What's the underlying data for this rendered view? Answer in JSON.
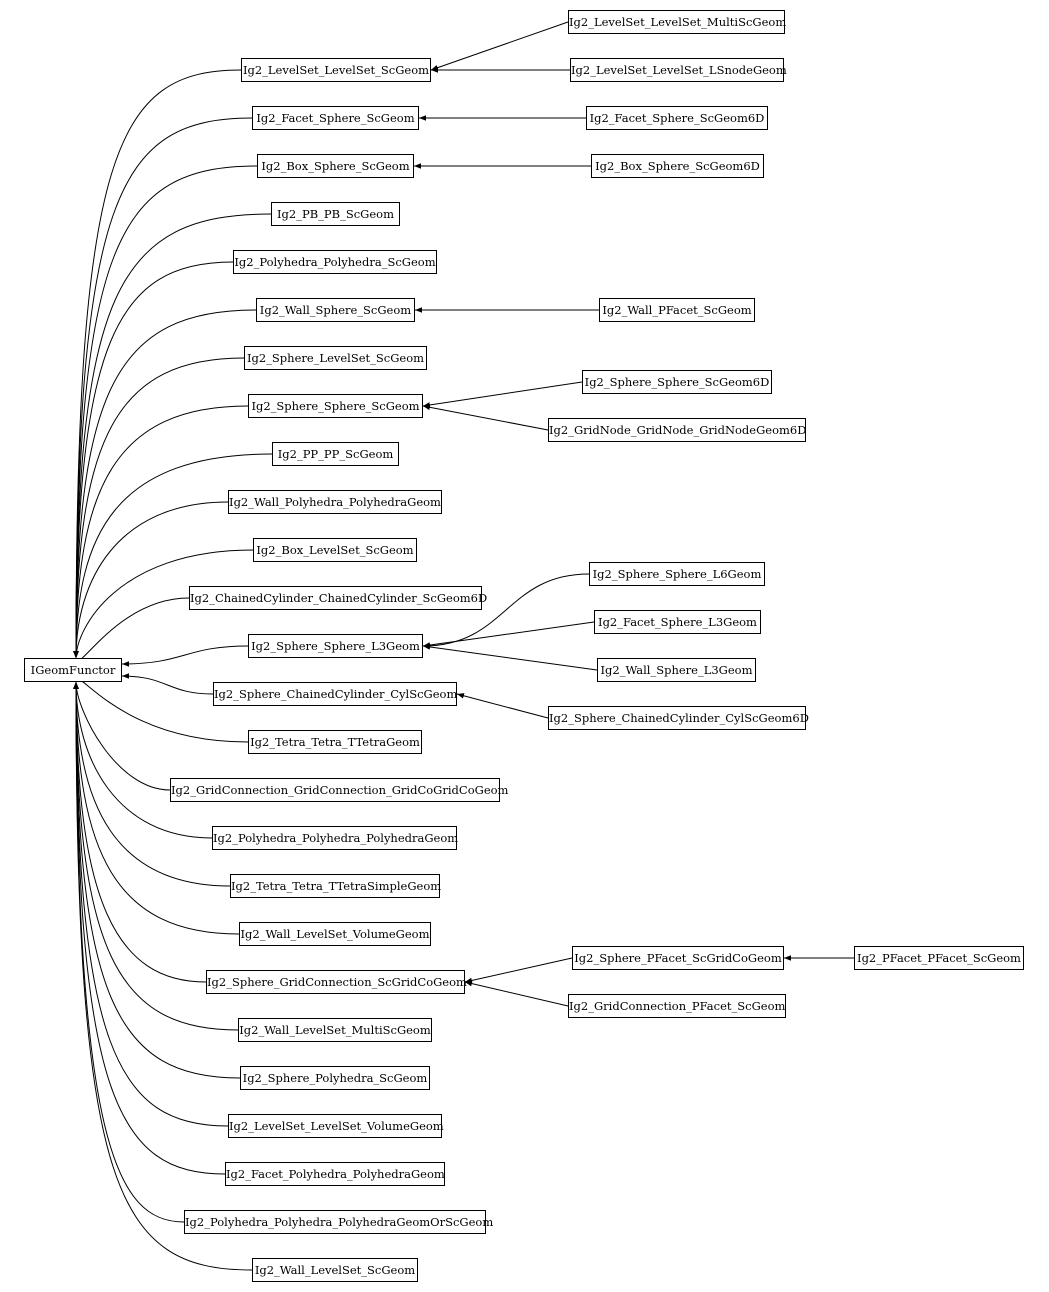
{
  "diagram": {
    "type": "class-inheritance-graph",
    "root": {
      "id": "root",
      "label": "IGeomFunctor"
    },
    "nodes": [
      {
        "id": "n_ls_ls_sc",
        "label": "Ig2_LevelSet_LevelSet_ScGeom",
        "parent": "root"
      },
      {
        "id": "n_facet_sphere_sc",
        "label": "Ig2_Facet_Sphere_ScGeom",
        "parent": "root"
      },
      {
        "id": "n_box_sphere_sc",
        "label": "Ig2_Box_Sphere_ScGeom",
        "parent": "root"
      },
      {
        "id": "n_pb_pb",
        "label": "Ig2_PB_PB_ScGeom",
        "parent": "root"
      },
      {
        "id": "n_poly_poly_sc",
        "label": "Ig2_Polyhedra_Polyhedra_ScGeom",
        "parent": "root"
      },
      {
        "id": "n_wall_sphere_sc",
        "label": "Ig2_Wall_Sphere_ScGeom",
        "parent": "root"
      },
      {
        "id": "n_sphere_ls_sc",
        "label": "Ig2_Sphere_LevelSet_ScGeom",
        "parent": "root"
      },
      {
        "id": "n_sphere_sphere_sc",
        "label": "Ig2_Sphere_Sphere_ScGeom",
        "parent": "root"
      },
      {
        "id": "n_pp_pp",
        "label": "Ig2_PP_PP_ScGeom",
        "parent": "root"
      },
      {
        "id": "n_wall_poly_poly",
        "label": "Ig2_Wall_Polyhedra_PolyhedraGeom",
        "parent": "root"
      },
      {
        "id": "n_box_ls_sc",
        "label": "Ig2_Box_LevelSet_ScGeom",
        "parent": "root"
      },
      {
        "id": "n_cc_cc",
        "label": "Ig2_ChainedCylinder_ChainedCylinder_ScGeom6D",
        "parent": "root"
      },
      {
        "id": "n_sphere_sphere_l3",
        "label": "Ig2_Sphere_Sphere_L3Geom",
        "parent": "root"
      },
      {
        "id": "n_sphere_cc_cyl",
        "label": "Ig2_Sphere_ChainedCylinder_CylScGeom",
        "parent": "root"
      },
      {
        "id": "n_tetra_tetra",
        "label": "Ig2_Tetra_Tetra_TTetraGeom",
        "parent": "root"
      },
      {
        "id": "n_gridconn",
        "label": "Ig2_GridConnection_GridConnection_GridCoGridCoGeom",
        "parent": "root"
      },
      {
        "id": "n_poly_poly_poly",
        "label": "Ig2_Polyhedra_Polyhedra_PolyhedraGeom",
        "parent": "root"
      },
      {
        "id": "n_tetra_simple",
        "label": "Ig2_Tetra_Tetra_TTetraSimpleGeom",
        "parent": "root"
      },
      {
        "id": "n_wall_ls_vol",
        "label": "Ig2_Wall_LevelSet_VolumeGeom",
        "parent": "root"
      },
      {
        "id": "n_sphere_gridconn",
        "label": "Ig2_Sphere_GridConnection_ScGridCoGeom",
        "parent": "root"
      },
      {
        "id": "n_wall_ls_multi",
        "label": "Ig2_Wall_LevelSet_MultiScGeom",
        "parent": "root"
      },
      {
        "id": "n_sphere_poly_sc",
        "label": "Ig2_Sphere_Polyhedra_ScGeom",
        "parent": "root"
      },
      {
        "id": "n_ls_ls_vol",
        "label": "Ig2_LevelSet_LevelSet_VolumeGeom",
        "parent": "root"
      },
      {
        "id": "n_facet_poly",
        "label": "Ig2_Facet_Polyhedra_PolyhedraGeom",
        "parent": "root"
      },
      {
        "id": "n_poly_poly_or",
        "label": "Ig2_Polyhedra_Polyhedra_PolyhedraGeomOrScGeom",
        "parent": "root"
      },
      {
        "id": "n_wall_ls_sc",
        "label": "Ig2_Wall_LevelSet_ScGeom",
        "parent": "root"
      },
      {
        "id": "n_ls_ls_multi",
        "label": "Ig2_LevelSet_LevelSet_MultiScGeom",
        "parent": "n_ls_ls_sc"
      },
      {
        "id": "n_ls_ls_lsnode",
        "label": "Ig2_LevelSet_LevelSet_LSnodeGeom",
        "parent": "n_ls_ls_sc"
      },
      {
        "id": "n_facet_sphere_6d",
        "label": "Ig2_Facet_Sphere_ScGeom6D",
        "parent": "n_facet_sphere_sc"
      },
      {
        "id": "n_box_sphere_6d",
        "label": "Ig2_Box_Sphere_ScGeom6D",
        "parent": "n_box_sphere_sc"
      },
      {
        "id": "n_wall_pfacet",
        "label": "Ig2_Wall_PFacet_ScGeom",
        "parent": "n_wall_sphere_sc"
      },
      {
        "id": "n_sphere_sphere_6d",
        "label": "Ig2_Sphere_Sphere_ScGeom6D",
        "parent": "n_sphere_sphere_sc"
      },
      {
        "id": "n_gridnode",
        "label": "Ig2_GridNode_GridNode_GridNodeGeom6D",
        "parent": "n_sphere_sphere_sc"
      },
      {
        "id": "n_sphere_sphere_l6",
        "label": "Ig2_Sphere_Sphere_L6Geom",
        "parent": "n_sphere_sphere_l3"
      },
      {
        "id": "n_facet_sphere_l3",
        "label": "Ig2_Facet_Sphere_L3Geom",
        "parent": "n_sphere_sphere_l3"
      },
      {
        "id": "n_wall_sphere_l3",
        "label": "Ig2_Wall_Sphere_L3Geom",
        "parent": "n_sphere_sphere_l3"
      },
      {
        "id": "n_sphere_cc_cyl6d",
        "label": "Ig2_Sphere_ChainedCylinder_CylScGeom6D",
        "parent": "n_sphere_cc_cyl"
      },
      {
        "id": "n_sphere_pfacet",
        "label": "Ig2_Sphere_PFacet_ScGridCoGeom",
        "parent": "n_sphere_gridconn"
      },
      {
        "id": "n_gridconn_pfacet",
        "label": "Ig2_GridConnection_PFacet_ScGeom",
        "parent": "n_sphere_gridconn"
      },
      {
        "id": "n_pfacet_pfacet",
        "label": "Ig2_PFacet_PFacet_ScGeom",
        "parent": "n_sphere_pfacet"
      }
    ]
  }
}
